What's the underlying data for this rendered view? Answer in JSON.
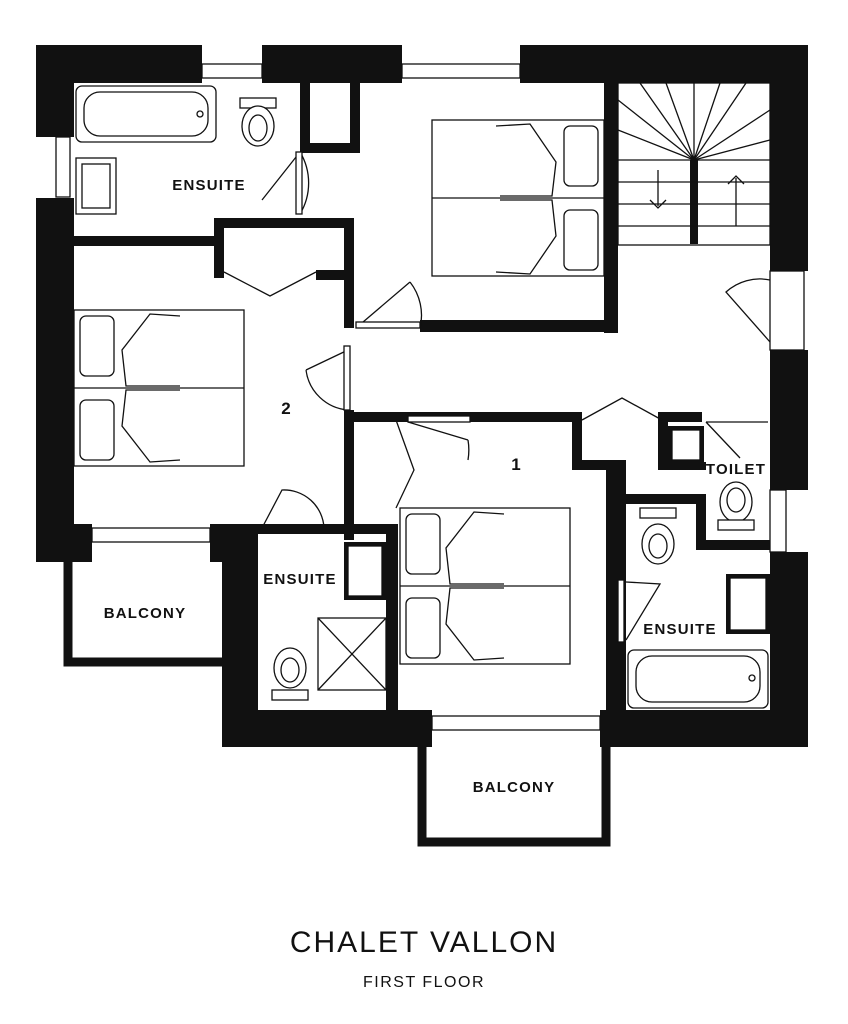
{
  "plan": {
    "title": "CHALET VALLON",
    "subtitle": "FIRST FLOOR"
  },
  "rooms": {
    "ensuite_top": "ENSUITE",
    "bedroom_2": "2",
    "bedroom_1": "1",
    "toilet": "TOILET",
    "ensuite_middle": "ENSUITE",
    "ensuite_right": "ENSUITE",
    "balcony_left": "BALCONY",
    "balcony_bottom": "BALCONY"
  },
  "colors": {
    "wall": "#111111",
    "background": "#ffffff"
  }
}
